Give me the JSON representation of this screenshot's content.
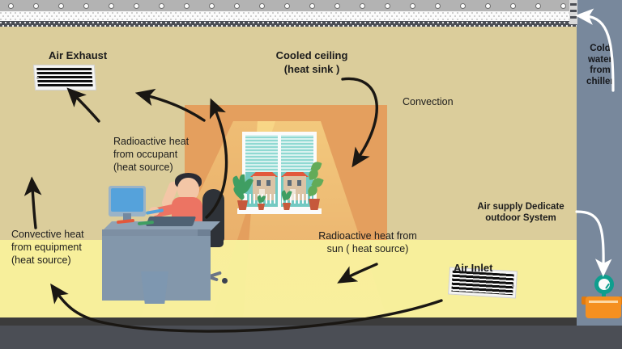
{
  "diagram": {
    "title": "Radiant cooled ceiling office heat balance diagram",
    "colors": {
      "back_wall": "#e49f5e",
      "side_wall": "#dbcd9b",
      "floor": "#f7ef9b",
      "ceiling": "#fdfcf8",
      "chiller_panel": "#78889c",
      "tank": "#f59020",
      "gauge": "#0e9e8e",
      "arrow": "#1a1713",
      "white_arrow": "#ffffff"
    }
  },
  "labels": {
    "air_exhaust": "Air Exhaust",
    "cooled_ceiling_line1": "Cooled ceiling",
    "cooled_ceiling_line2": "(heat sink )",
    "convection": "Convection",
    "occupant_line1": "Radioactive heat",
    "occupant_line2": "from occupant",
    "occupant_line3": "(heat source)",
    "equipment_line1": "Convective heat",
    "equipment_line2": "from equipment",
    "equipment_line3": "(heat source)",
    "sun_line1": "Radioactive heat from",
    "sun_line2": "sun ( heat source)",
    "air_supply_line1": "Air supply Dedicate",
    "air_supply_line2": "outdoor System",
    "air_inlet": "Air Inlet",
    "cold_water_line1": "Cold",
    "cold_water_line2": "water",
    "cold_water_line3": "from",
    "cold_water_line4": "chiller"
  },
  "icons": {
    "exhaust_grille": "air-grille-icon",
    "inlet_grille": "air-grille-icon",
    "gauge": "pressure-gauge-icon",
    "tank": "chiller-tank-icon",
    "window": "window-icon",
    "monitor": "computer-monitor-icon",
    "person": "seated-occupant-icon",
    "plant_left": "potted-plant-icon",
    "plant_right": "potted-plant-icon",
    "arrow_convection": "curved-arrow-icon",
    "arrow_exhaust_left": "arrow-icon",
    "arrow_exhaust_mid": "arrow-icon",
    "arrow_occupant": "curved-arrow-icon",
    "arrow_equipment": "arrow-icon",
    "arrow_floor_return": "long-curved-arrow-icon",
    "arrow_inlet": "arrow-icon",
    "arrow_cold_water": "white-curved-arrow-icon",
    "arrow_air_supply": "white-curved-arrow-icon"
  }
}
